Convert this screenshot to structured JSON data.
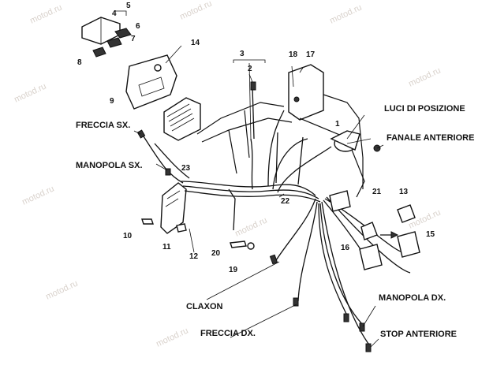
{
  "watermark": "motod.ru",
  "labels": {
    "luci_di_posizione": "LUCI DI POSIZIONE",
    "fanale_anteriore": "FANALE ANTERIORE",
    "freccia_sx": "FRECCIA SX.",
    "manopola_sx": "MANOPOLA SX.",
    "claxon": "CLAXON",
    "manopola_dx": "MANOPOLA DX.",
    "freccia_dx": "FRECCIA DX.",
    "stop_anteriore": "STOP ANTERIORE"
  },
  "numbers": {
    "n1": "1",
    "n2": "2",
    "n3": "3",
    "n4": "4",
    "n5": "5",
    "n6": "6",
    "n7": "7",
    "n8": "8",
    "n9": "9",
    "n10": "10",
    "n11": "11",
    "n12": "12",
    "n13": "13",
    "n14": "14",
    "n15": "15",
    "n16": "16",
    "n17": "17",
    "n18": "18",
    "n19": "19",
    "n20": "20",
    "n21": "21",
    "n22": "22",
    "n23": "23"
  }
}
